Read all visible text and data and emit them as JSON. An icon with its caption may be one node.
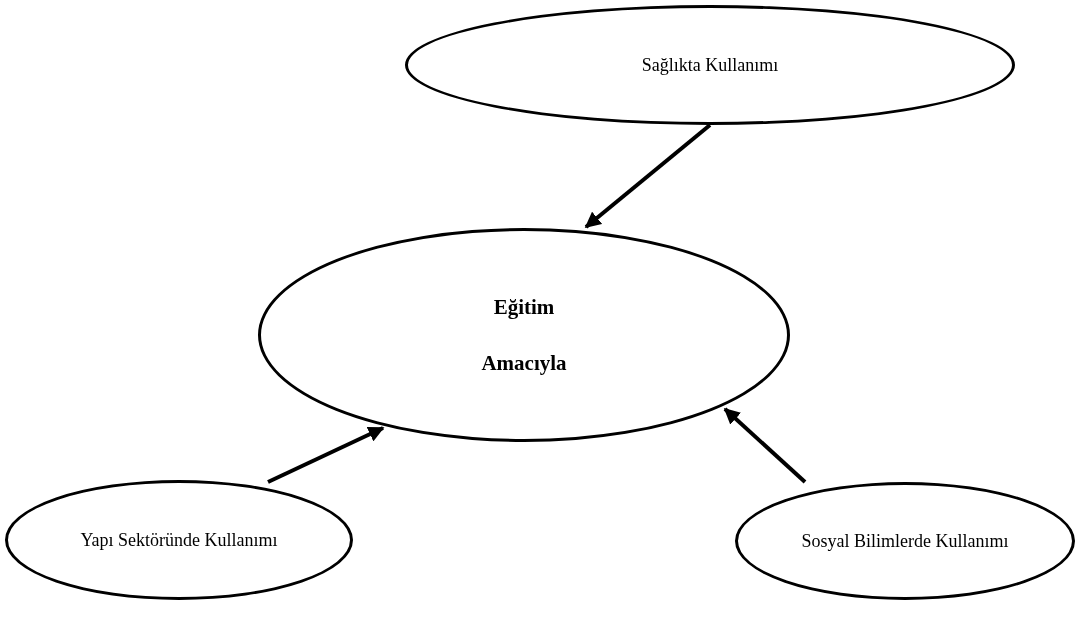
{
  "diagram": {
    "nodes": [
      {
        "text": [
          "Sağlıkta Kullanımı"
        ]
      },
      {
        "text": [
          "Eğitim Amacıyla"
        ]
      },
      {
        "text": [
          "Yapı Sektöründe Kullanımı"
        ]
      },
      {
        "text": [
          "Sosyal Bilimlerde Kullanımı"
        ]
      }
    ],
    "edges": [
      {
        "from": 0,
        "to": 1,
        "arrow": "to"
      },
      {
        "from": 2,
        "to": 1,
        "arrow": "to"
      },
      {
        "from": 3,
        "to": 1,
        "arrow": "to"
      }
    ]
  }
}
